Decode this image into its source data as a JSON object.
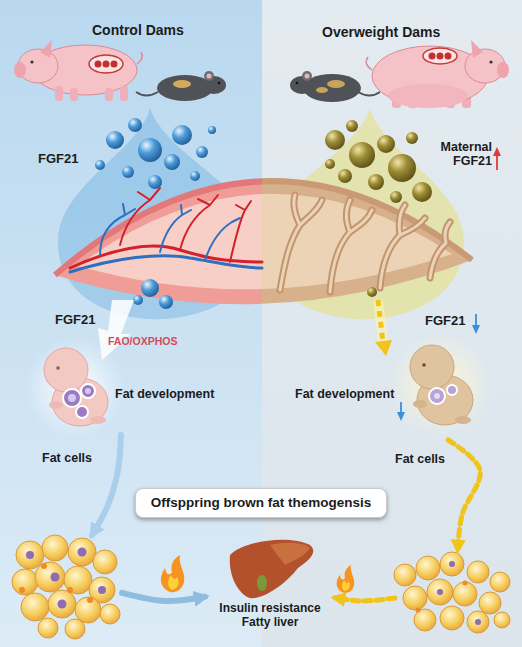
{
  "diagram": {
    "nodes": [
      {
        "text": [
          "Fat development"
        ]
      },
      {
        "text": [
          "Fat development"
        ]
      },
      {
        "text": [
          "Fat cells"
        ]
      },
      {
        "text": [
          "Fat cells"
        ]
      },
      {
        "text": [
          "Offsppring brown fat themogensis"
        ]
      },
      {
        "text": [
          "Insulin resistance Fatty liver"
        ]
      }
    ],
    "edges": [
      {
        "from": 0,
        "to": 2,
        "arrow": "to"
      },
      {
        "from": 1,
        "to": 3,
        "arrow": "to"
      },
      {
        "from": 2,
        "to": 5,
        "arrow": "to"
      },
      {
        "from": 3,
        "to": 5,
        "arrow": "to"
      }
    ],
    "labels": [
      "Control Dams",
      "Overweight Dams",
      "FGF21",
      "Maternal FGF21",
      "FGF21",
      "FAO/OXPHOS",
      "FGF21"
    ]
  }
}
